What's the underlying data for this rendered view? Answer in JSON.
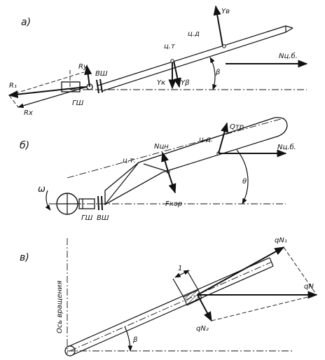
{
  "panel_a": {
    "label": "а)",
    "forces": {
      "yb": "Yв",
      "ntsb": "Nц.б.",
      "yk": "Yк",
      "ybeta": "Yβ",
      "r1": "R₁",
      "ry": "Ry",
      "rx": "Rx"
    },
    "points": {
      "ct": "ц.т",
      "cd": "ц.д"
    },
    "hinges": {
      "gsh": "ГШ",
      "vsh": "ВШ"
    },
    "angle": "β"
  },
  "panel_b": {
    "label": "б)",
    "forces": {
      "qtr": "Qтр",
      "ntsn": "Nцн",
      "ntsb": "Nц.б.",
      "fkor": "Fкор"
    },
    "points": {
      "ct": "ц.т.",
      "cd": "ц.д."
    },
    "hinges": {
      "gsh": "ГШ",
      "vsh": "ВШ"
    },
    "angle": "θ",
    "omega": "ω"
  },
  "panel_v": {
    "label": "в)",
    "forces": {
      "qn1": "qN₁",
      "qn": "qN",
      "qn2": "qN₂"
    },
    "axis_label": "Ось вращения",
    "section": "1",
    "angle": "β"
  }
}
